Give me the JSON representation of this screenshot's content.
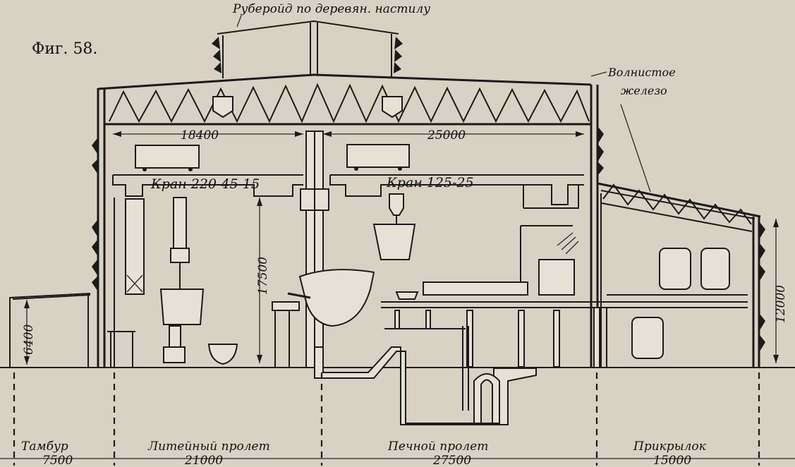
{
  "figure_label": "Фиг. 58.",
  "labels": {
    "roof_note": "Руберойд по деревян. настилу",
    "corrugated_line1": "Волнистое",
    "corrugated_line2": "железо",
    "crane_left": "Кран 220-45-15",
    "crane_right": "Кран 125-25"
  },
  "dimensions": {
    "span_left": "18400",
    "span_right": "25000",
    "height_crane": "17500",
    "height_annex": "12000",
    "height_vestibule": "6400"
  },
  "bays": [
    {
      "name": "Тамбур",
      "width": "7500"
    },
    {
      "name": "Литейный пролет",
      "width": "21000"
    },
    {
      "name": "Печной пролет",
      "width": "27500"
    },
    {
      "name": "Прикрылок",
      "width": "15000"
    }
  ]
}
